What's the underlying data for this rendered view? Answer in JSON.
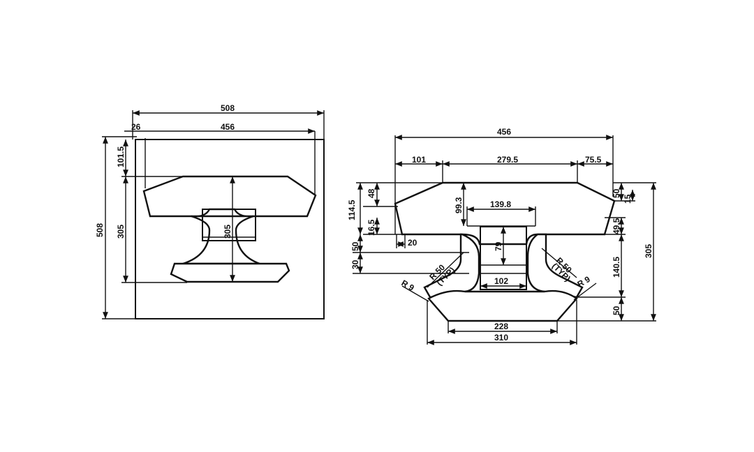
{
  "left_view": {
    "dims": {
      "overall_width": "508",
      "offset_26": "26",
      "inner_width": "456",
      "overall_height": "508",
      "top_offset": "101.5",
      "body_height": "305",
      "inner_height": "305"
    }
  },
  "right_view": {
    "dims": {
      "top_width": "456",
      "seg_101": "101",
      "seg_279": "279.5",
      "seg_75": "75.5",
      "h_114": "114.5",
      "h_48": "48",
      "h_16": "16.5",
      "h_50_left": "50",
      "h_30": "30",
      "w_20": "20",
      "h_99": "99.3",
      "w_139": "139.8",
      "h_79": "79",
      "w_102": "102",
      "r_left": "R 50",
      "typ_left": "(TYP)",
      "r_right": "R 50",
      "typ_right": "(TYP)",
      "r9_left": "R 9",
      "r9_right": "R 9",
      "w_228": "228",
      "w_310": "310",
      "h_50_top_right": "50",
      "h_15": "15",
      "h_49": "49.5",
      "h_140": "140.5",
      "h_50_bottom_right": "50",
      "h_305": "305"
    }
  }
}
